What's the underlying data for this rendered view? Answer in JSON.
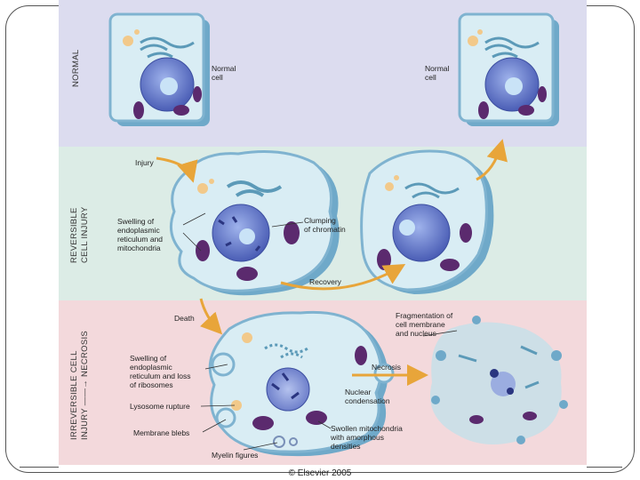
{
  "bands": {
    "normal_label": "NORMAL",
    "reversible_label_1": "REVERSIBLE",
    "reversible_label_2": "CELL INJURY",
    "irreversible_label_1": "IRREVERSIBLE CELL",
    "irreversible_label_2": "INJURY ——→ NECROSIS"
  },
  "labels": {
    "normal_cell_left": "Normal\ncell",
    "normal_cell_right": "Normal\ncell",
    "injury": "Injury",
    "swelling_er_mito": "Swelling of\nendoplasmic\nreticulum and\nmitochondria",
    "clumping": "Clumping\nof chromatin",
    "recovery": "Recovery",
    "death": "Death",
    "fragmentation": "Fragmentation of\ncell membrane\nand nucleus",
    "swelling_ribosomes": "Swelling of\nendoplasmic\nreticulum and loss\nof ribosomes",
    "necrosis": "Necrosis",
    "nuclear_condensation": "Nuclear\ncondensation",
    "lysosome_rupture": "Lysosome rupture",
    "swollen_mito": "Swollen mitochondria\nwith amorphous\ndensities",
    "membrane_blebs": "Membrane blebs",
    "myelin_figures": "Myelin figures"
  },
  "copyright": "© Elsevier 2005",
  "colors": {
    "normal_band": "#dcdcef",
    "reversible_band": "#dcece6",
    "irreversible_band": "#f3d9dc",
    "cell_membrane": "#6fa9c9",
    "cytoplasm": "#d9edf4",
    "nucleus": "#5b6fc4",
    "mitochondria": "#5b2a6e",
    "arrow": "#e8a53a"
  }
}
